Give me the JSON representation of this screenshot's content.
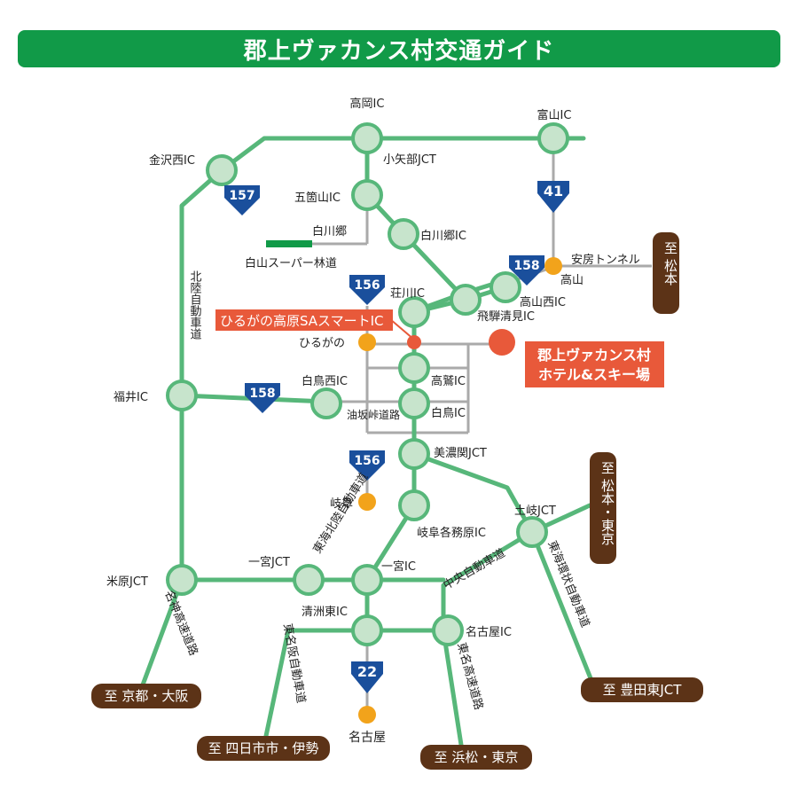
{
  "title": "郡上ヴァカンス村交通ガイド",
  "colors": {
    "header": "#119a48",
    "road": "#57b77a",
    "node_fill": "#c7e4cc",
    "local_road": "#aaaaaa",
    "route_badge": "#1a4f9c",
    "highlight": "#e8593a",
    "town": "#f2a31b",
    "destination": "#5c3317"
  },
  "labels": {
    "takaoka": "高岡IC",
    "toyama": "富山IC",
    "kanazawa": "金沢西IC",
    "koyabe": "小矢部JCT",
    "gokayama": "五箇山IC",
    "shirakawago_ic": "白川郷IC",
    "shirakawago": "白川郷",
    "hakusan": "白山スーパー林道",
    "shokawa": "荘川IC",
    "takayama_nishi": "高山西IC",
    "hida_kiyomi": "飛騨清見IC",
    "abo": "安房トンネル",
    "takayama": "高山",
    "hirugano_sa": "ひるがの高原SAスマートIC",
    "hirugano": "ひるがの",
    "fukui": "福井IC",
    "shiratori_nishi": "白鳥西IC",
    "takasu": "高鷲IC",
    "shiratori": "白鳥IC",
    "yusaka": "油坂峠道路",
    "minoseki": "美濃関JCT",
    "hokuriku": "北陸自動車道",
    "gifu": "岐阜",
    "tokai_hokuriku": "東海北陸自動車道",
    "gifu_kakamigahara": "岐阜各務原IC",
    "toki": "土岐JCT",
    "ichinomiya_jct": "一宮JCT",
    "ichinomiya": "一宮IC",
    "chuo": "中央自動車道",
    "maibara": "米原JCT",
    "kiyosu": "清洲東IC",
    "nagoya_ic": "名古屋IC",
    "meishin": "名神高速道路",
    "higashi_meihan": "東名阪自動車道",
    "tomei": "東名高速道路",
    "tokai_kanjo": "東海環状自動車道",
    "nagoya": "名古屋"
  },
  "routes": {
    "r157": "157",
    "r41": "41",
    "r158a": "158",
    "r156a": "156",
    "r158b": "158",
    "r156b": "156",
    "r22": "22"
  },
  "destinations": {
    "hotel": [
      "郡上ヴァカンス村",
      "ホテル&スキー場"
    ],
    "matsumoto": "至 松本",
    "matsumoto_tokyo": "至 松本・東京",
    "kyoto_osaka": "至 京都・大阪",
    "yokkaichi_ise": "至 四日市市・伊勢",
    "hamamatsu_tokyo": "至 浜松・東京",
    "toyota": "至 豊田東JCT"
  }
}
